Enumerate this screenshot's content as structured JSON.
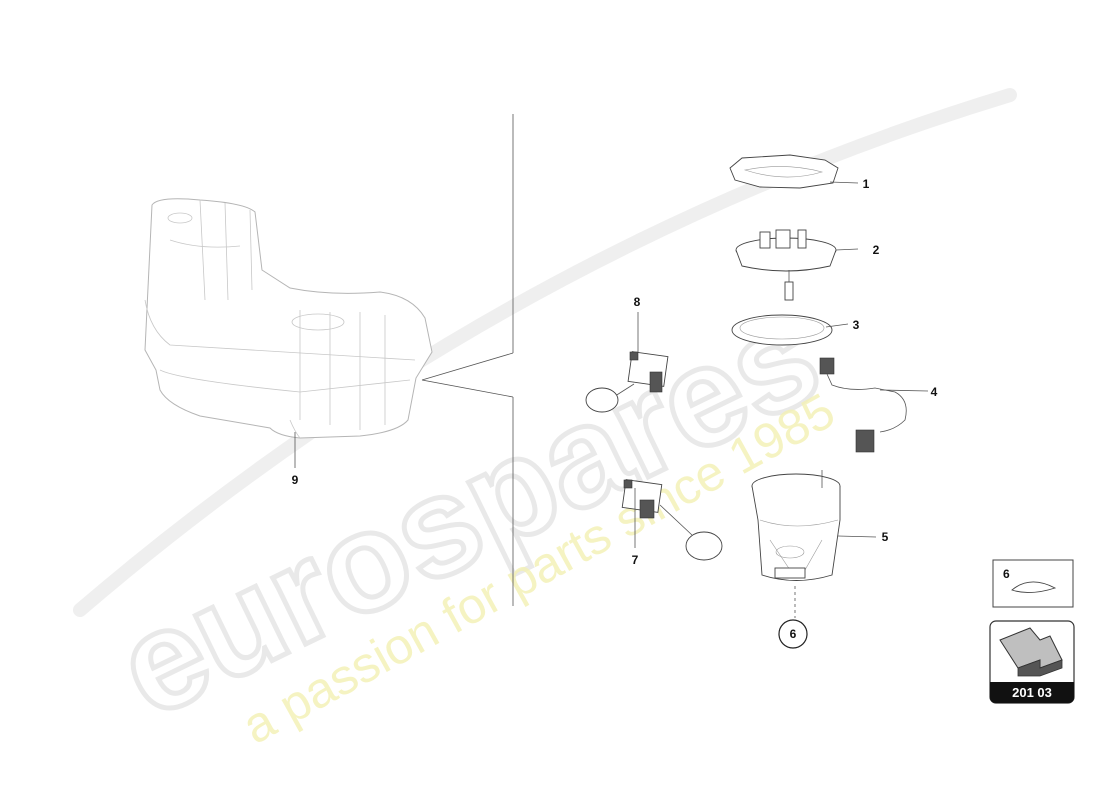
{
  "watermark": {
    "brand": "eurospares",
    "tagline": "a passion for parts since 1985"
  },
  "callouts": {
    "c1": "1",
    "c2": "2",
    "c3": "3",
    "c4": "4",
    "c5": "5",
    "c6_circle": "6",
    "c7": "7",
    "c8": "8",
    "c9": "9"
  },
  "legend": {
    "item_number": "6"
  },
  "reference": {
    "code": "201 03"
  }
}
